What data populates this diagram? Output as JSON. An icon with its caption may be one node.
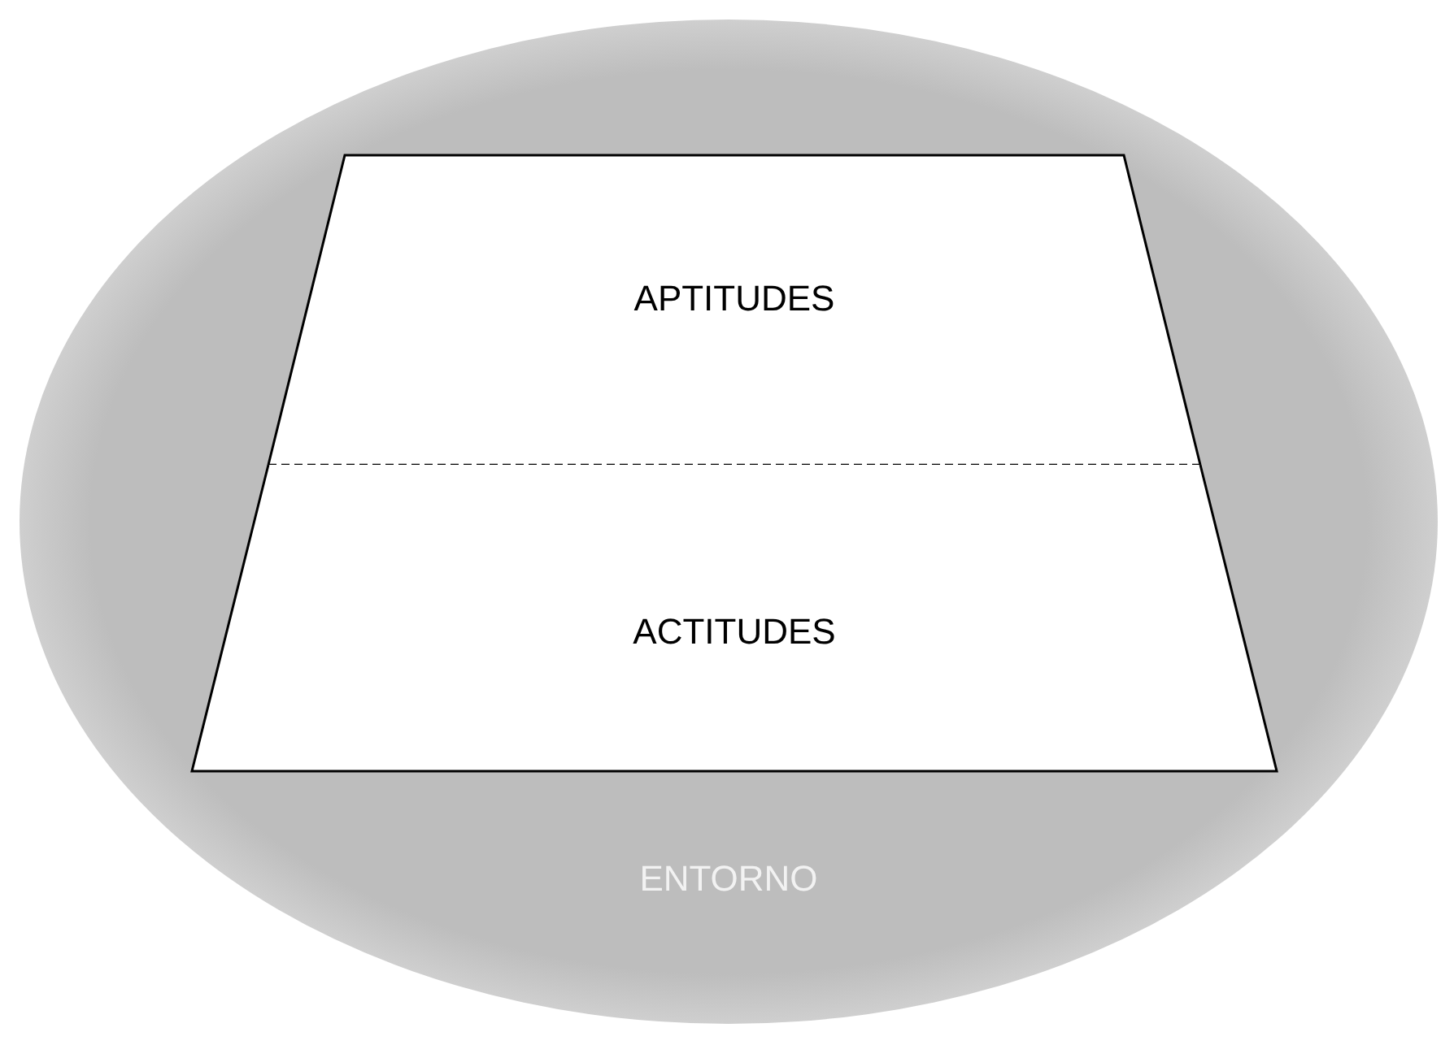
{
  "diagram": {
    "nodes": [
      {
        "text": [
          "ENTORNO"
        ]
      },
      {
        "text": [
          "APTITUDES"
        ],
        "in": 0
      },
      {
        "text": [
          "ACTITUDES"
        ],
        "in": 0
      }
    ]
  }
}
